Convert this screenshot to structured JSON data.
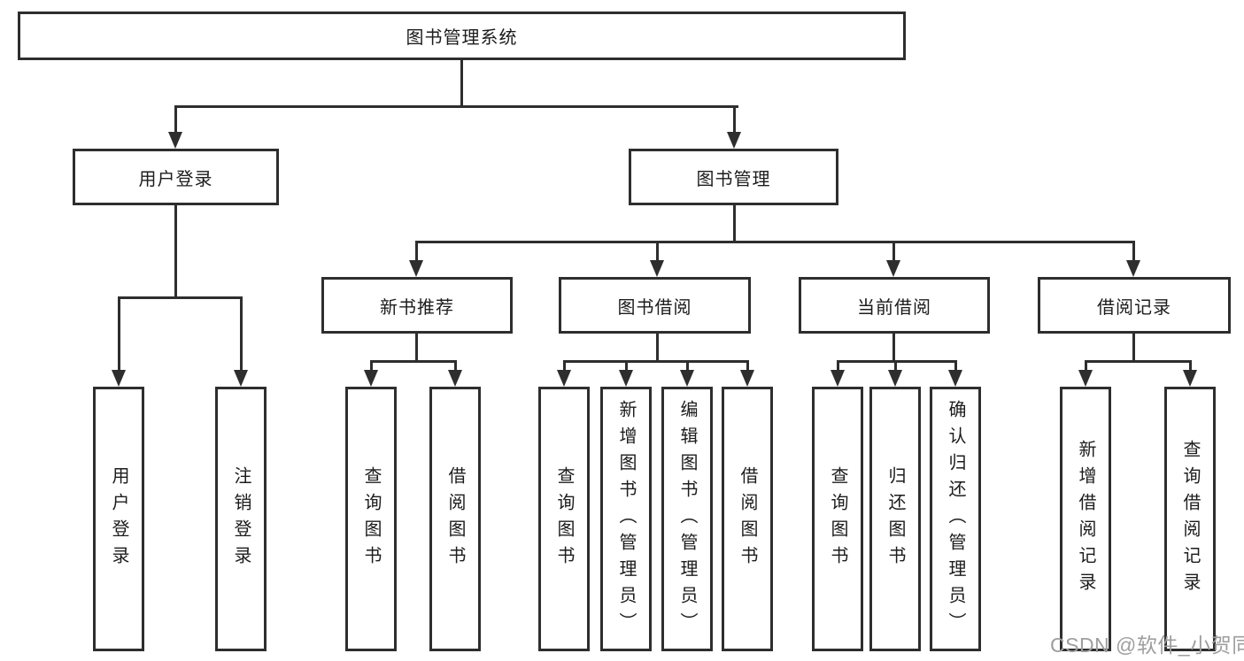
{
  "diagram": {
    "type": "hierarchy-tree",
    "root": {
      "label": "图书管理系统"
    },
    "level2": [
      {
        "label": "用户登录"
      },
      {
        "label": "图书管理"
      }
    ],
    "level3": [
      {
        "label": "新书推荐"
      },
      {
        "label": "图书借阅"
      },
      {
        "label": "当前借阅"
      },
      {
        "label": "借阅记录"
      }
    ],
    "leaves": {
      "user_login": [
        {
          "label": "用户登录"
        },
        {
          "label": "注销登录"
        }
      ],
      "new_book_recommend": [
        {
          "label": "查询图书"
        },
        {
          "label": "借阅图书"
        }
      ],
      "book_borrow": [
        {
          "label": "查询图书"
        },
        {
          "label": "新增图书（管理员）"
        },
        {
          "label": "编辑图书（管理员）"
        },
        {
          "label": "借阅图书"
        }
      ],
      "current_borrow": [
        {
          "label": "查询图书"
        },
        {
          "label": "归还图书"
        },
        {
          "label": "确认归还（管理员）"
        }
      ],
      "borrow_records": [
        {
          "label": "新增借阅记录"
        },
        {
          "label": "查询借阅记录"
        }
      ]
    },
    "watermark": "CSDN @软件_小贺同学",
    "colors": {
      "line": "#2e2e2e",
      "text": "#1c1c1c",
      "watermark": "#9e9e9e",
      "background": "#ffffff"
    }
  }
}
